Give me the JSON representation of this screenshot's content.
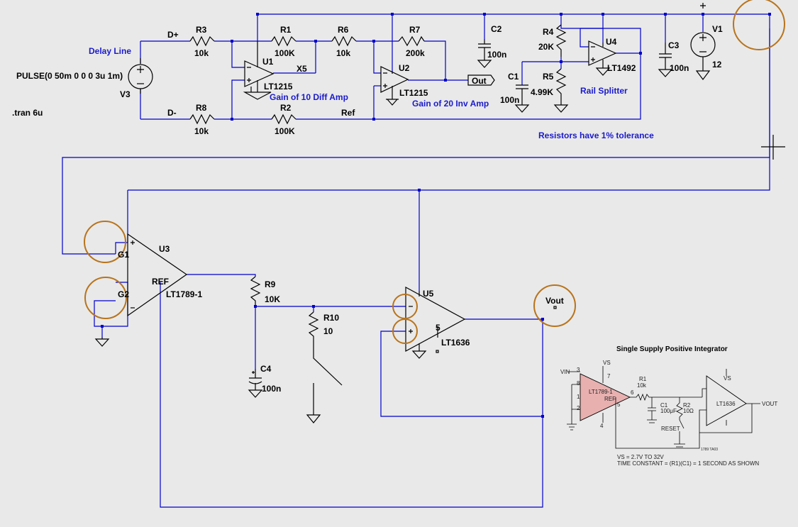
{
  "schematic": {
    "labels": {
      "delay_line": "Delay Line",
      "pulse_source": "PULSE(0 50m 0 0 0 3u 1m)",
      "v3": "V3",
      "tran": ".tran 6u",
      "d_plus": "D+",
      "d_minus": "D-",
      "r3": "R3",
      "r3_val": "10k",
      "r8": "R8",
      "r8_val": "10k",
      "r1": "R1",
      "r1_val": "100K",
      "r2": "R2",
      "r2_val": "100K",
      "r6": "R6",
      "r6_val": "10k",
      "r7": "R7",
      "r7_val": "200k",
      "u1": "U1",
      "u1_part": "LT1215",
      "u2": "U2",
      "u2_part": "LT1215",
      "x5": "X5",
      "ref": "Ref",
      "out": "Out",
      "gain10": "Gain of 10 Diff Amp",
      "gain20": "Gain of 20 Inv Amp",
      "c2": "C2",
      "c2_val": "100n",
      "r4": "R4",
      "r4_val": "20K",
      "r5": "R5",
      "r5_val": "4.99K",
      "c1": "C1",
      "c1_val": "100n",
      "u4": "U4",
      "u4_part": "LT1492",
      "rail_splitter": "Rail Splitter",
      "c3": "C3",
      "c3_val": "100n",
      "v1": "V1",
      "v1_val": "12",
      "tolerance": "Resistors have 1% tolerance",
      "u3": "U3",
      "u3_part": "LT1789-1",
      "g1": "G1",
      "g2": "G2",
      "ref_pin": "REF",
      "r9": "R9",
      "r9_val": "10K",
      "r10": "R10",
      "r10_val": "10",
      "c4": "C4",
      "c4_val": "100n",
      "u5": "U5",
      "u5_part": "LT1636",
      "u5_pin": "5",
      "vout": "Vout"
    },
    "inset": {
      "title": "Single Supply Positive Integrator",
      "vin": "VIN",
      "vs": "VS",
      "part1": "LT1789-1",
      "ref": "REF",
      "r1": "R1",
      "r1_val": "10k",
      "c1": "C1",
      "c1_val": "100μF",
      "r2": "R2",
      "r2_val": "10Ω",
      "reset": "RESET",
      "part2": "LT1636",
      "vout": "VOUT",
      "pin3": "3",
      "pin7": "7",
      "pin8": "8",
      "pin1": "1",
      "pin2": "2",
      "pin4": "4",
      "pin5": "5",
      "pin6": "6",
      "note1": "VS = 2.7V TO 32V",
      "note2": "TIME CONSTANT = (R1)(C1) = 1 SECOND AS SHOWN",
      "tag": "1789 TA03"
    }
  }
}
